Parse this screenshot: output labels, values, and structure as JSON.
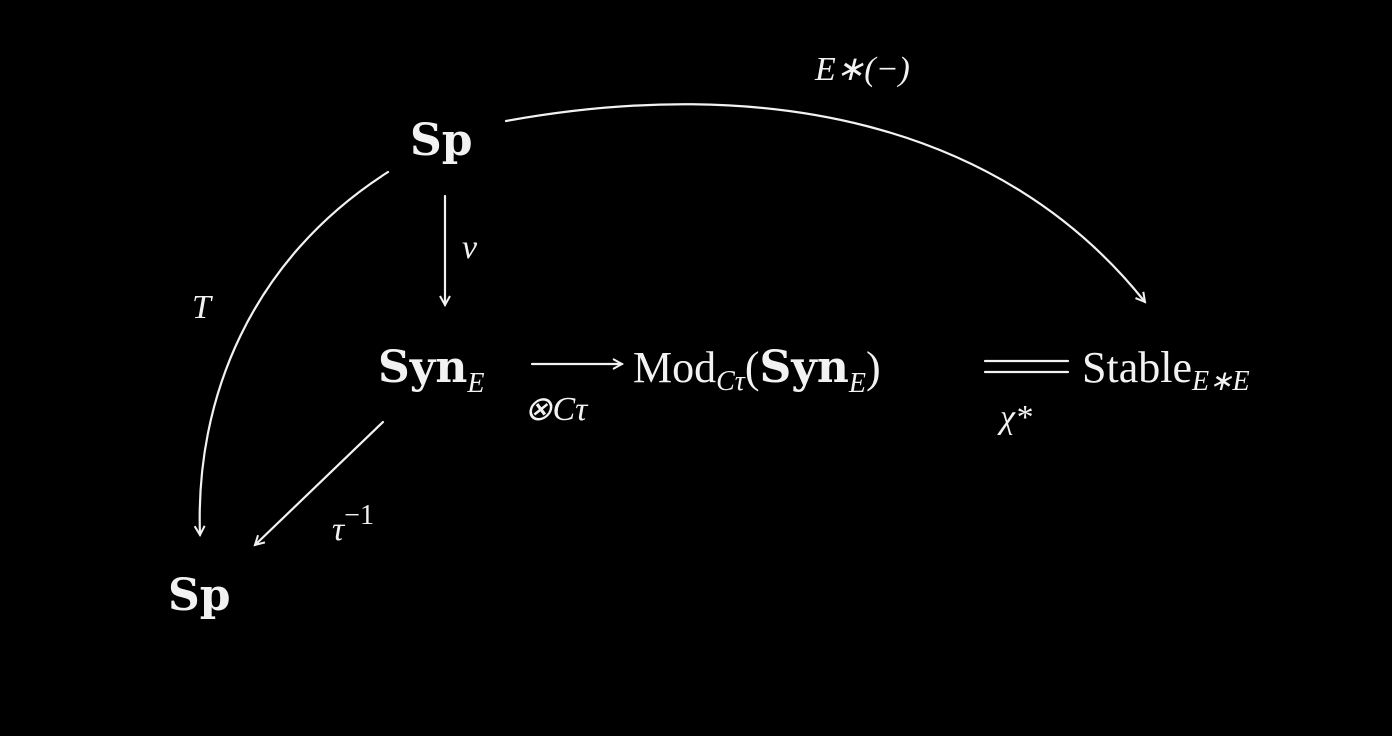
{
  "nodes": {
    "sp_top": "Sp",
    "syn": {
      "base": "Syn",
      "sub": "E"
    },
    "mod": {
      "base": "Mod",
      "sub": "Cτ",
      "open": "(",
      "inner": "Syn",
      "inner_sub": "E",
      "close": ")"
    },
    "stable": {
      "base": "Stable",
      "sub": "E∗E"
    },
    "sp_bottom": "Sp"
  },
  "arrows": {
    "top_arc": "E∗(−)",
    "nu": "ν",
    "T": "T",
    "tensor": "⊗Cτ",
    "chi": "χ*",
    "tau_inv": {
      "base": "τ",
      "sup": "−1"
    }
  }
}
